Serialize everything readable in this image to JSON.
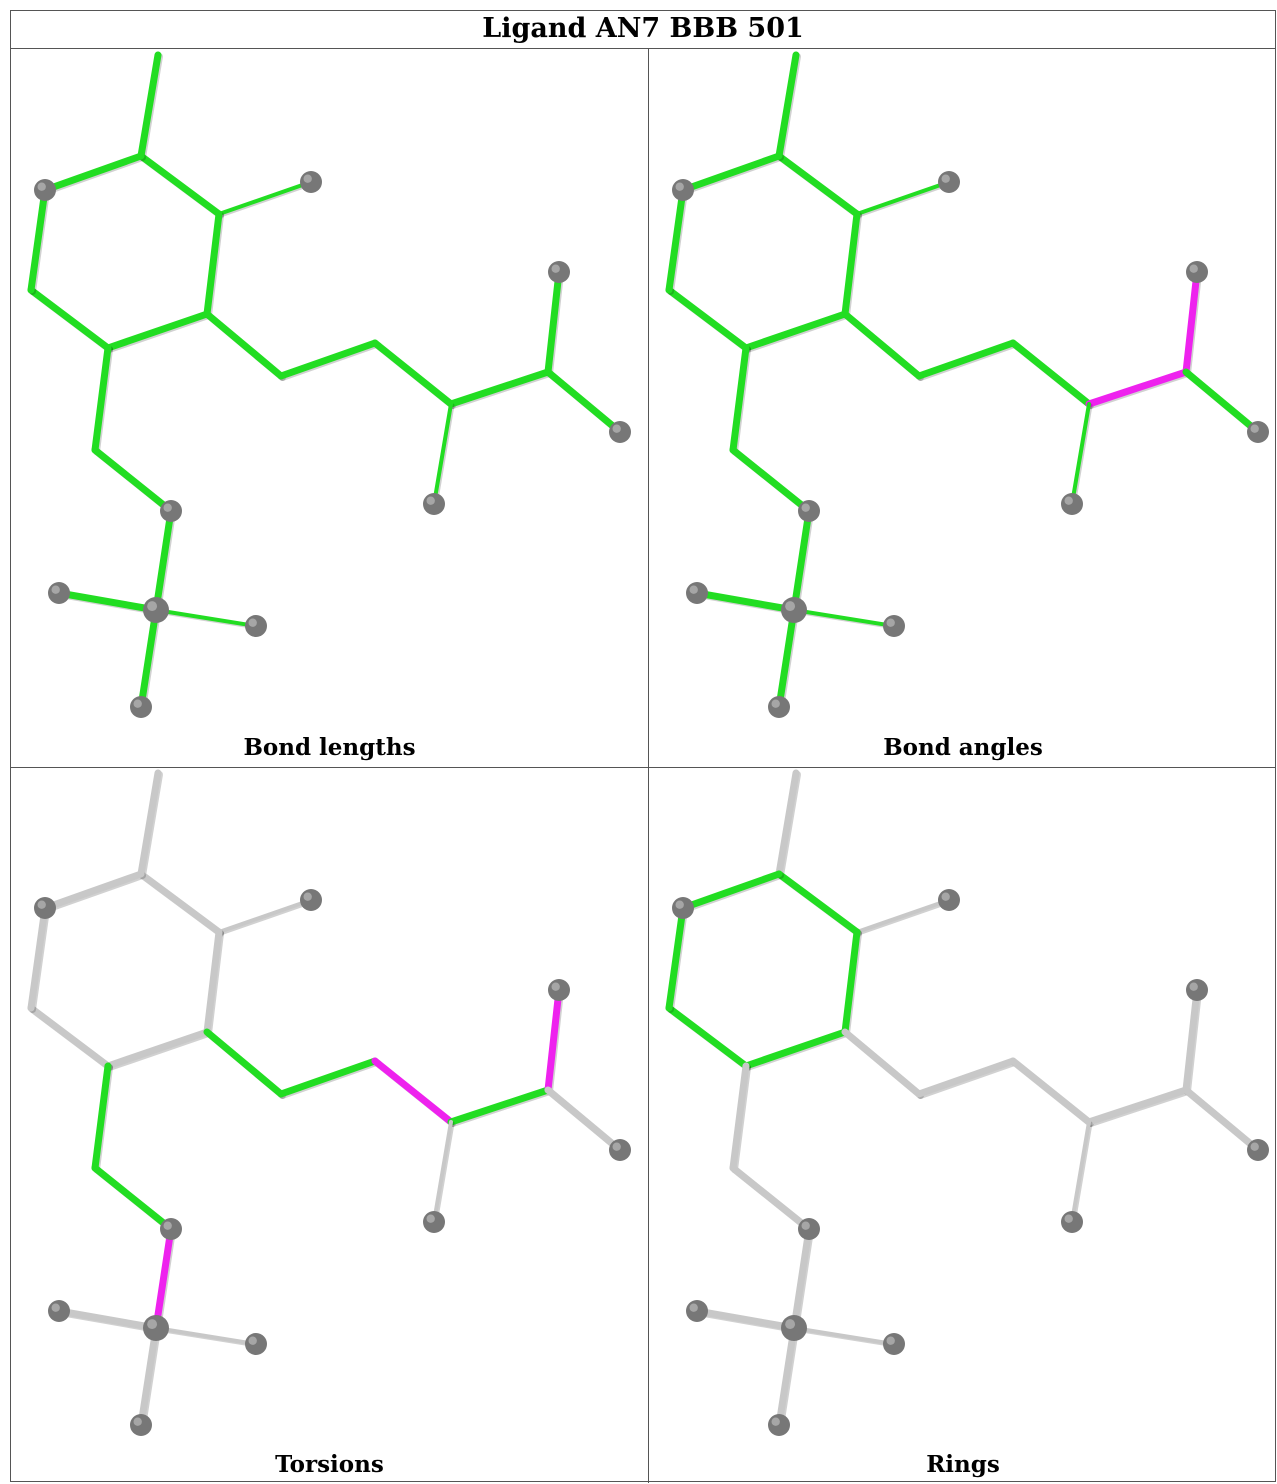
{
  "title": "Ligand AN7 BBB 501",
  "panels": [
    {
      "caption": "Bond lengths",
      "highlight": {
        "pink": [
          "c2-c3",
          "c3-t1"
        ]
      },
      "default_color": "green"
    },
    {
      "caption": "Bond angles",
      "highlight": {
        "pink": [
          "a3-c1",
          "c1-c2",
          "c2-c3"
        ]
      },
      "default_color": "green"
    },
    {
      "caption": "Torsions",
      "highlight": {
        "pink": [
          "a2-a3",
          "c1-c2",
          "s1-p1"
        ],
        "green": [
          "r2-a1",
          "a1-a2",
          "a3-c1",
          "r6-s",
          "s-s1"
        ]
      },
      "default_color": "gray"
    },
    {
      "caption": "Rings",
      "highlight": {
        "green": [
          "r1-r2",
          "r2-r3",
          "r3-r4",
          "r4-r5",
          "r5-r6",
          "r6-r1"
        ]
      },
      "default_color": "gray"
    }
  ],
  "colors": {
    "green": "#22dd22",
    "pink": "#ee22ee",
    "gray": "#c8c8c8",
    "atom": "#777777",
    "border": "#555555"
  }
}
